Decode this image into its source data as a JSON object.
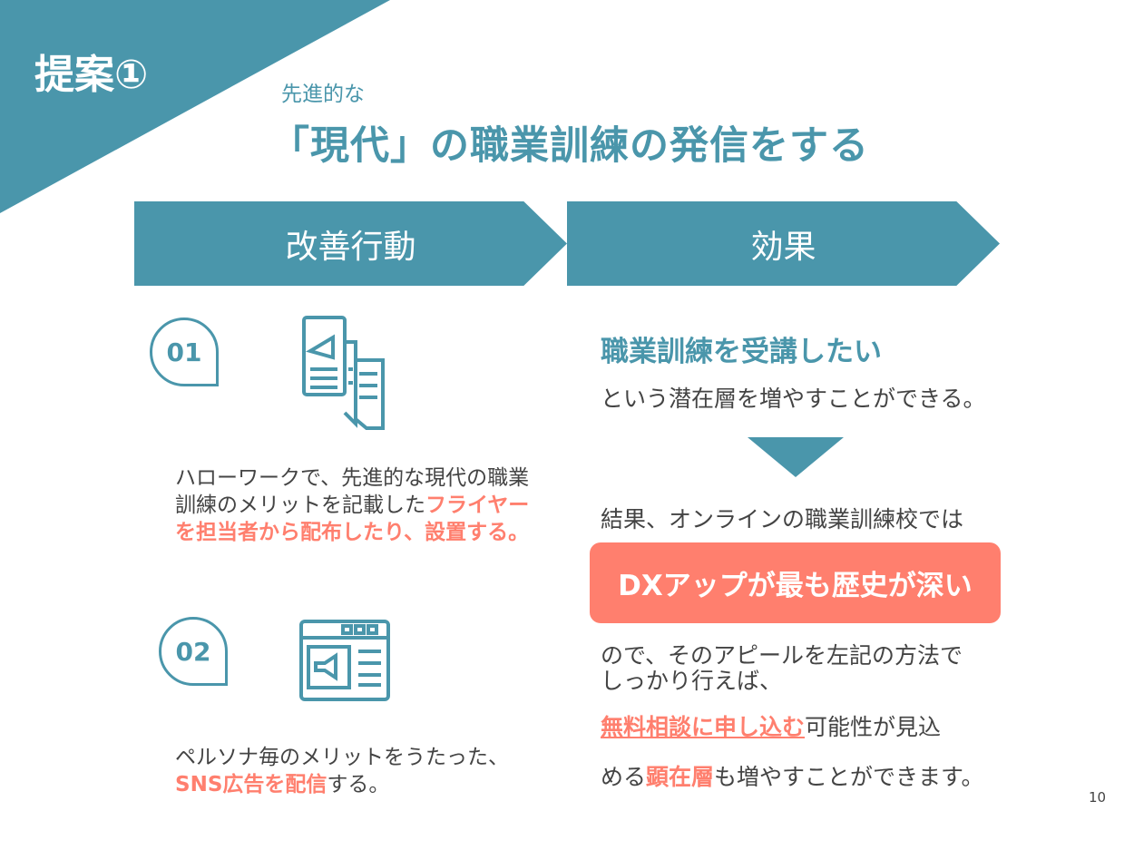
{
  "header": {
    "proposal": "提案①",
    "subtitle": "先進的な",
    "title": "「現代」の職業訓練の発信をする"
  },
  "banners": {
    "left": "改善行動",
    "right": "効果"
  },
  "items": [
    {
      "number": "01",
      "text1": "ハローワークで、先進的な現代の職業訓練のメリットを記載した",
      "highlight": "フライヤーを担当者から配布したり、設置する。"
    },
    {
      "number": "02",
      "text1": "ペルソナ毎のメリットをうたった、",
      "highlight": "SNS広告を配信",
      "text2": "する。"
    }
  ],
  "effect": {
    "heading": "職業訓練を受講したい",
    "line1": "という潜在層を増やすことができる。",
    "line2": "結果、オンラインの職業訓練校では",
    "box": "DXアップが最も歴史が深い",
    "line3": "ので、そのアピールを左記の方法で",
    "line4": "しっかり行えば、",
    "hl1": "無料相談に申し込む",
    "line5": "可能性が見込",
    "line6a": "める",
    "hl2": "顕在層",
    "line6b": "も増やすことができます。"
  },
  "page_number": "10",
  "colors": {
    "teal": "#4a96ab",
    "salmon": "#ff7f6e"
  }
}
